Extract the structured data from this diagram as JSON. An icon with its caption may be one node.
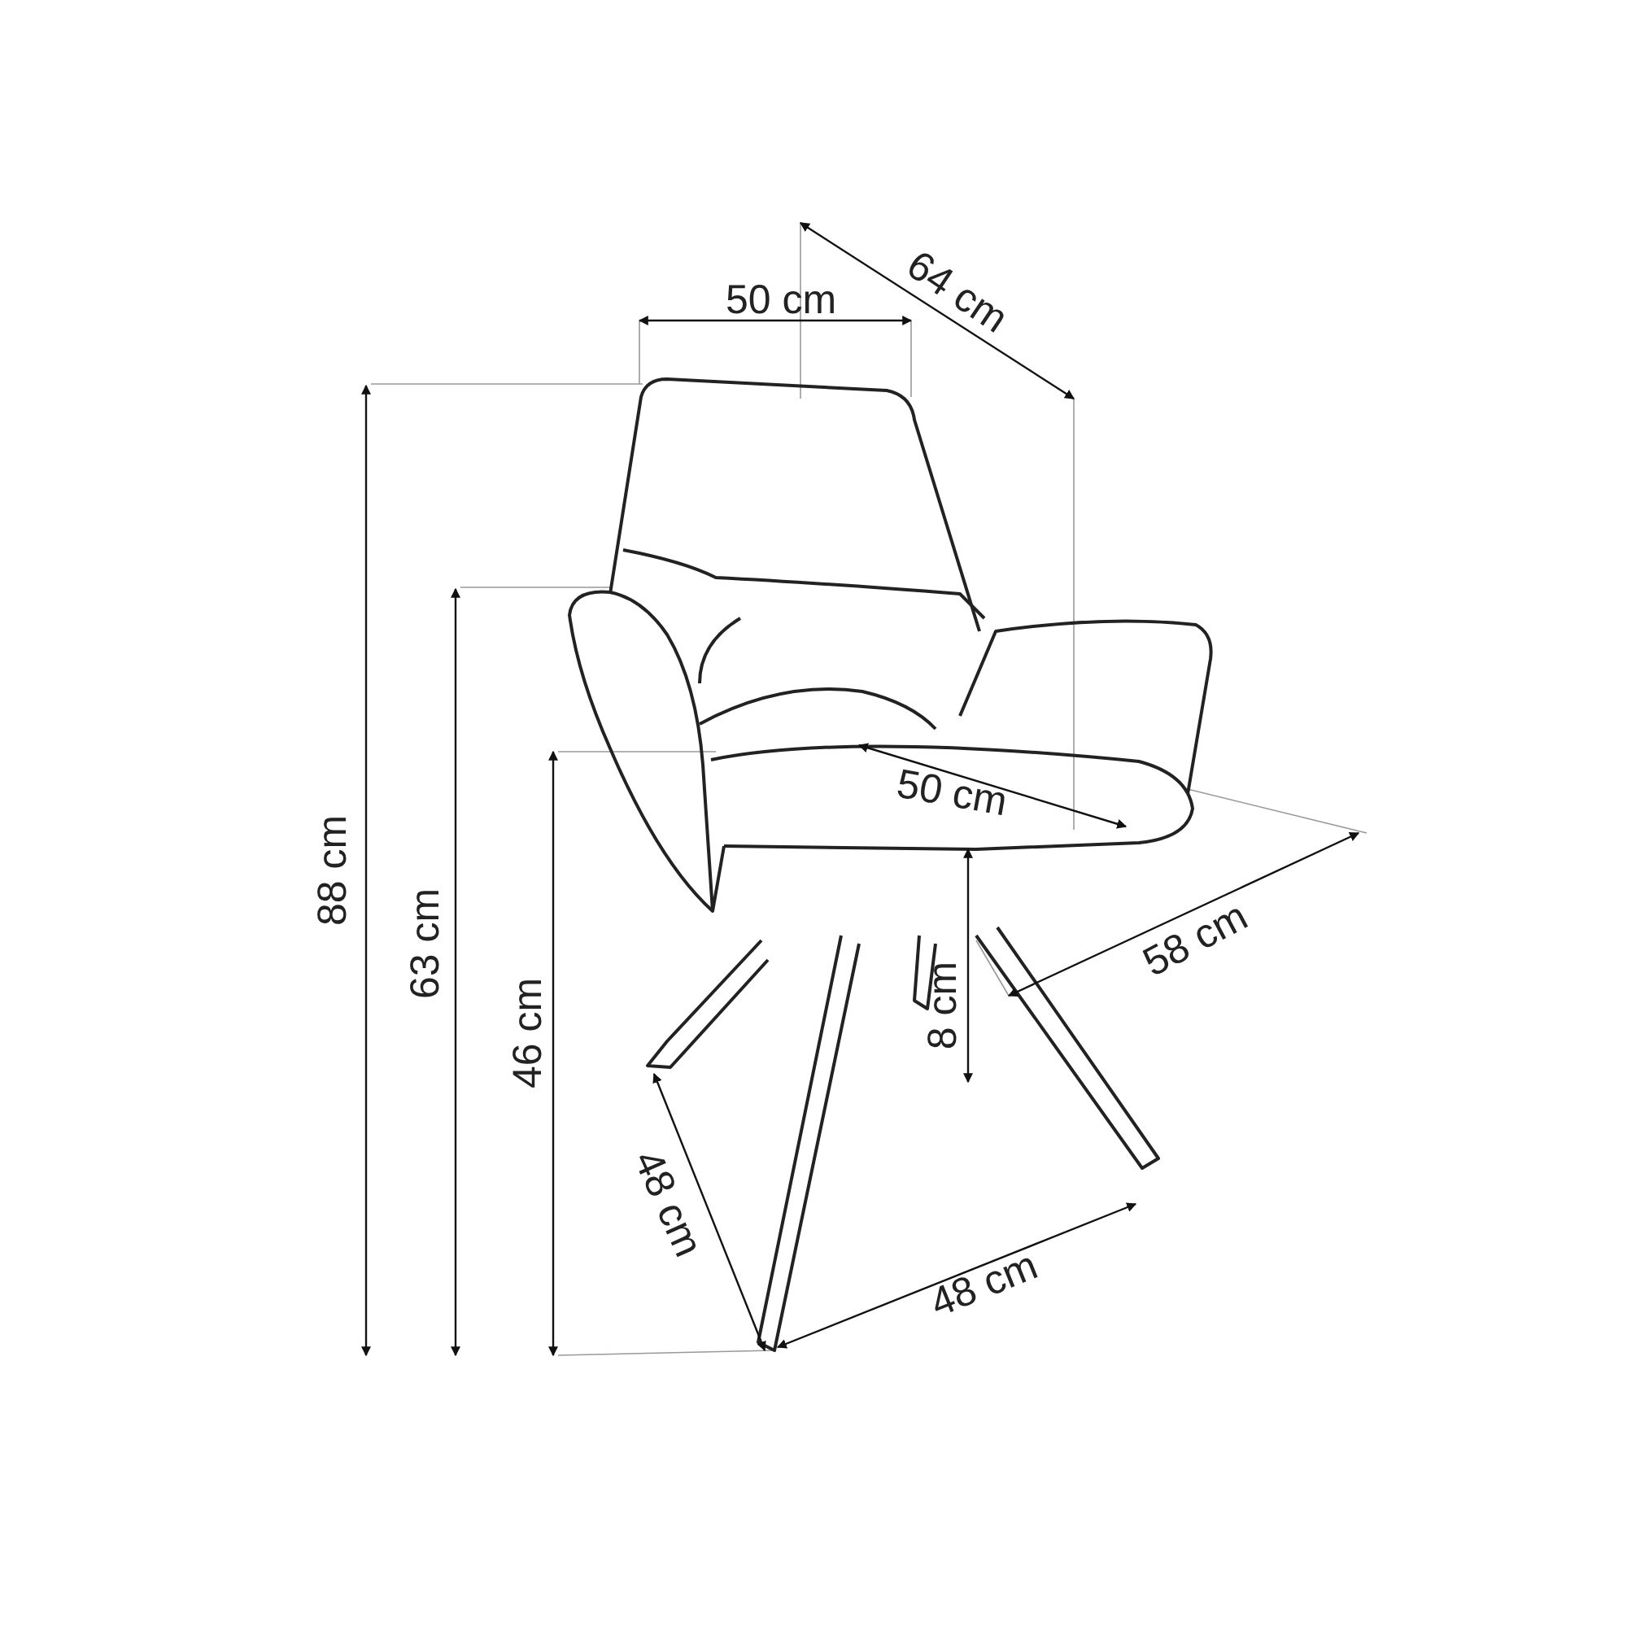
{
  "diagram": {
    "labels": [
      "50 cm",
      "64 cm",
      "88 cm",
      "63 cm",
      "46 cm",
      "50 cm",
      "58 cm",
      "8 cm",
      "48 cm",
      "48 cm"
    ]
  }
}
